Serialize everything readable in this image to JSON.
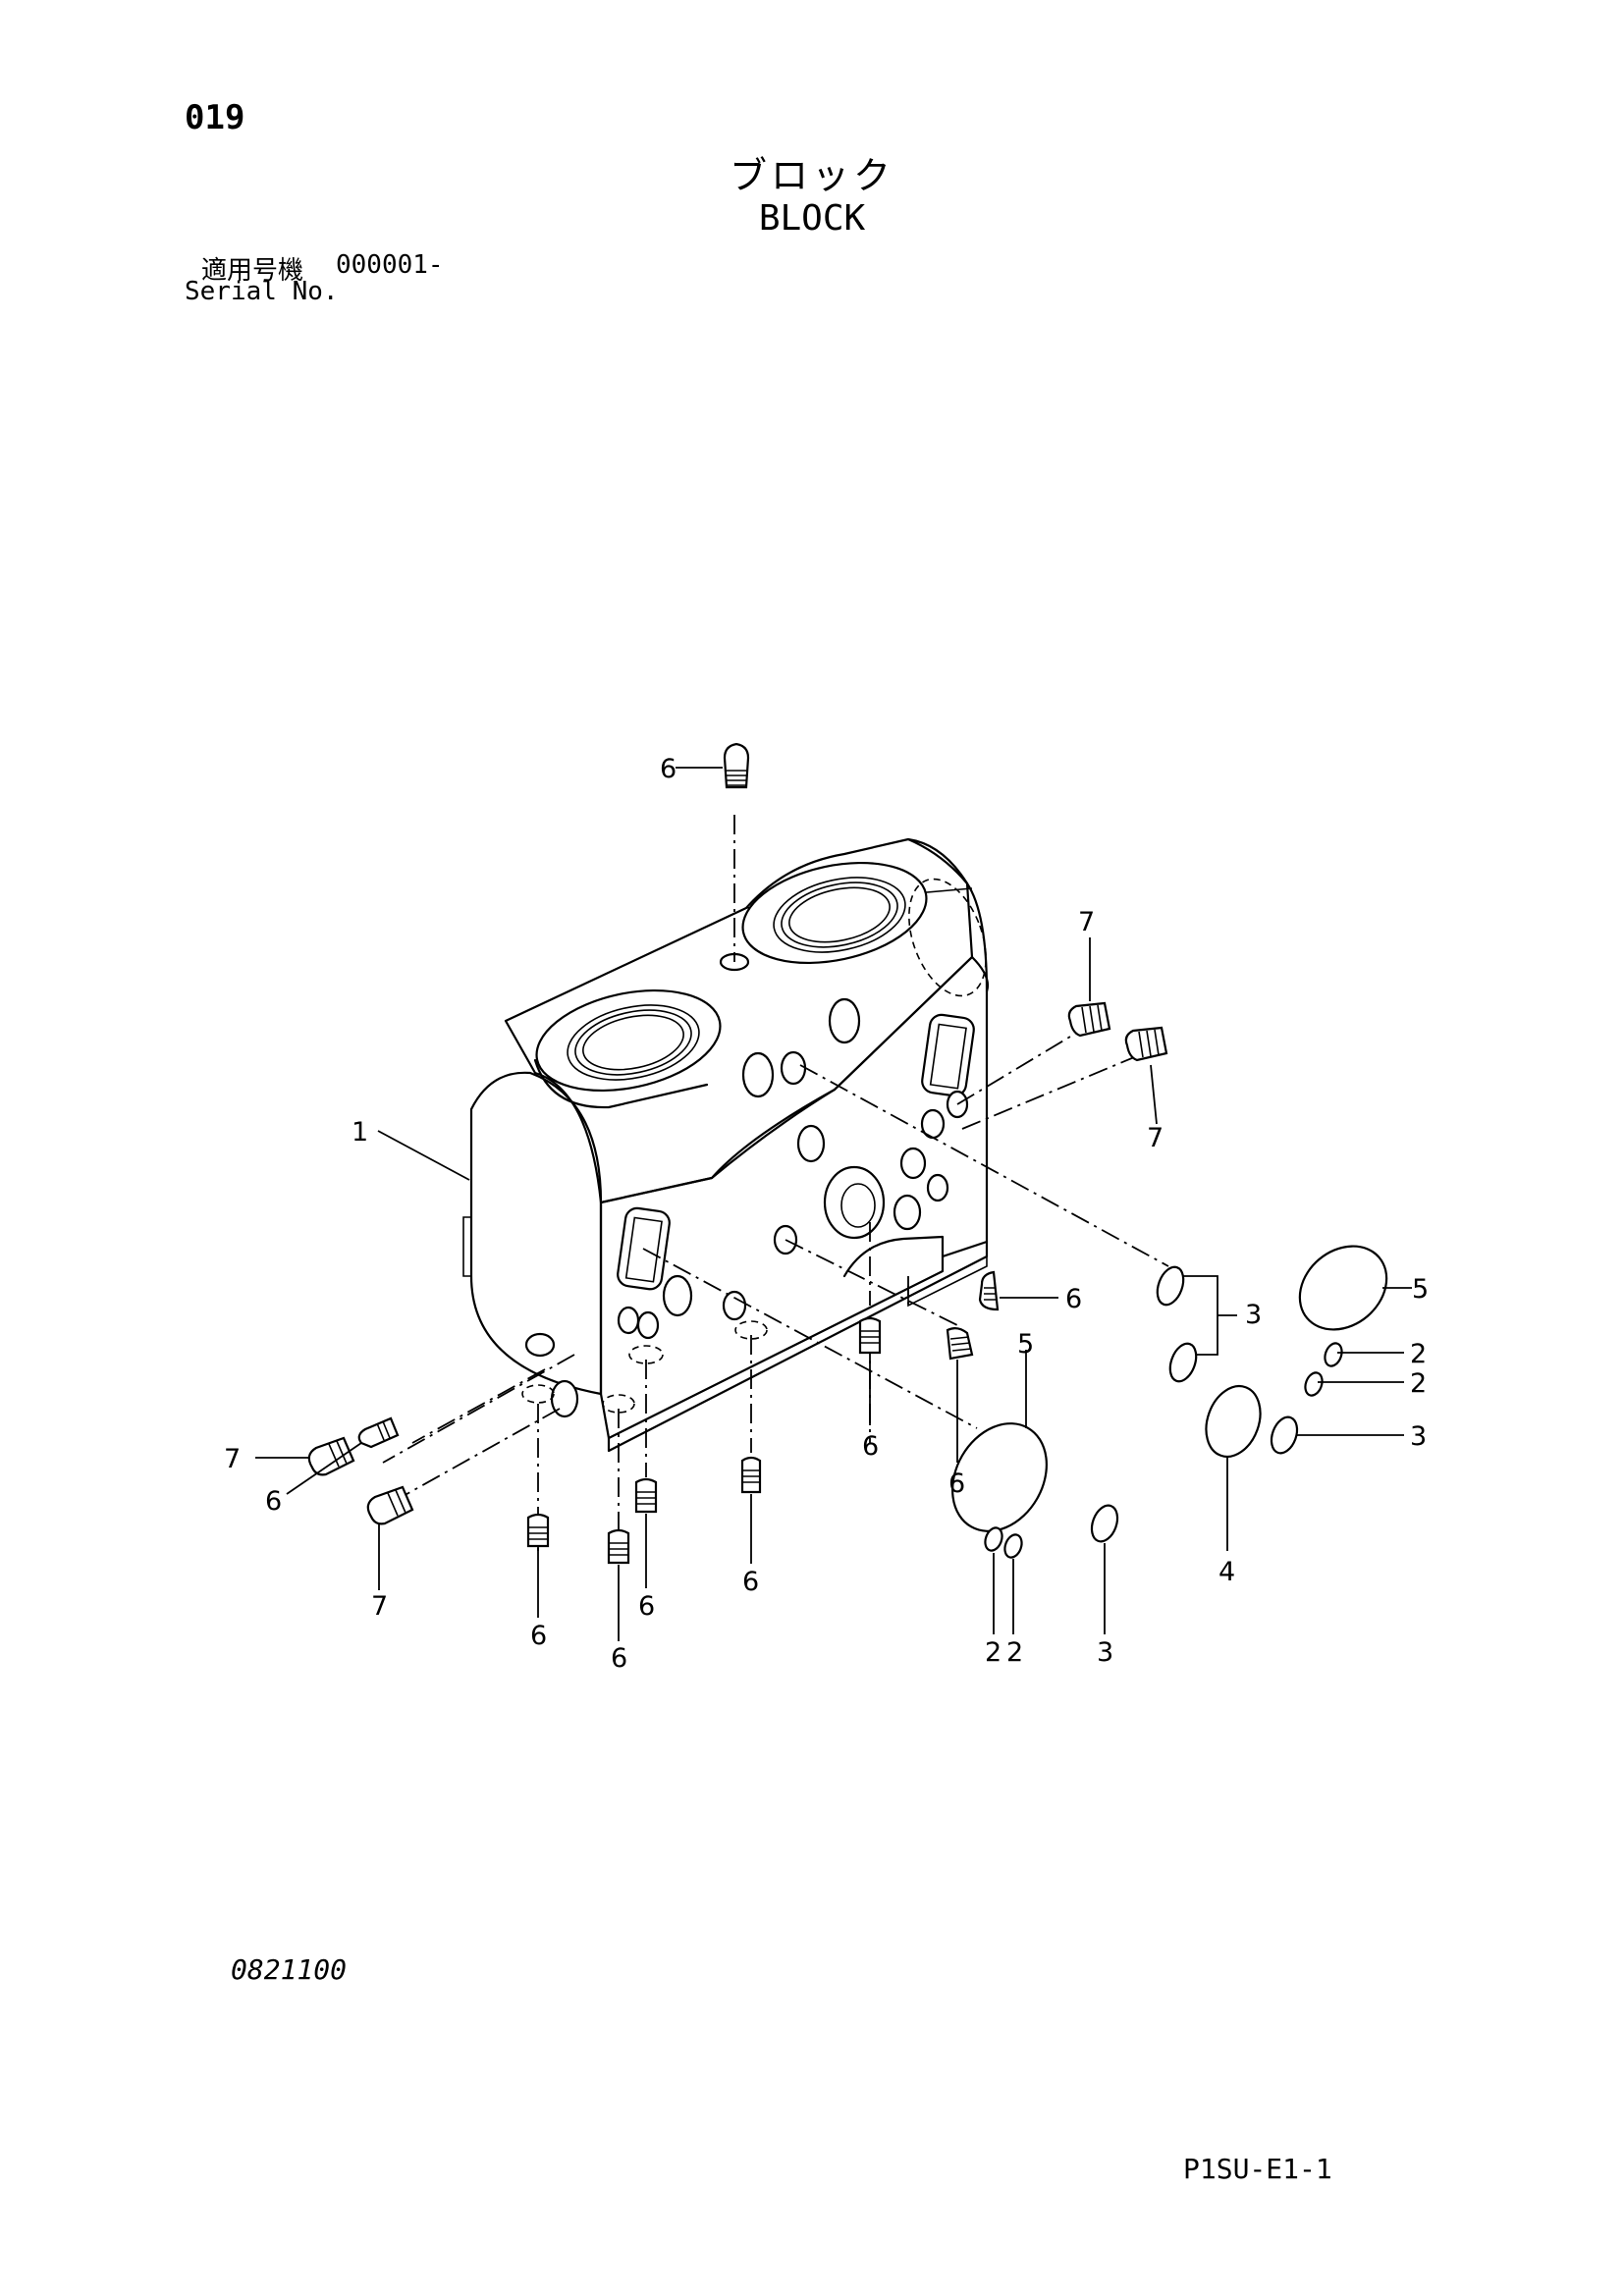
{
  "header": {
    "page_number": "019",
    "title_jp": "ブロック",
    "title_en": "BLOCK",
    "serial_label_jp": "適用号機",
    "serial_value": "000001-",
    "serial_label_en": "Serial No."
  },
  "footer": {
    "drawing_number": "0821100",
    "page_code": "P1SU-E1-1"
  },
  "callouts": {
    "c1": "1",
    "c2a": "2",
    "c2b": "2",
    "c2c": "2",
    "c2d": "2",
    "c3a": "3",
    "c3b": "3",
    "c3c": "3",
    "c4": "4",
    "c5a": "5",
    "c5b": "5",
    "c6a": "6",
    "c6b": "6",
    "c6c": "6",
    "c6d": "6",
    "c6e": "6",
    "c6f": "6",
    "c6g": "6",
    "c6h": "6",
    "c6i": "6",
    "c7a": "7",
    "c7b": "7",
    "c7c": "7",
    "c7d": "7"
  }
}
